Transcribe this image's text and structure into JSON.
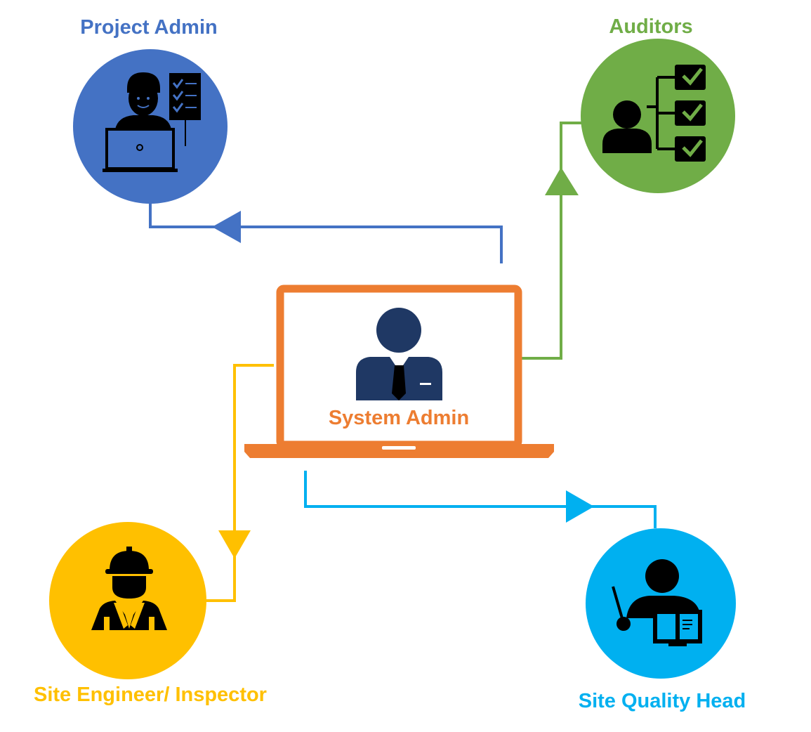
{
  "diagram": {
    "center": {
      "label": "System Admin",
      "color": "#ED7D31",
      "icon": "businessman-icon"
    },
    "roles": [
      {
        "id": "project-admin",
        "label": "Project Admin",
        "color": "#4472C4",
        "icon": "person-laptop-checklist-icon"
      },
      {
        "id": "auditors",
        "label": "Auditors",
        "color": "#70AD47",
        "icon": "person-hierarchy-checklist-icon"
      },
      {
        "id": "site-engineer",
        "label": "Site Engineer/ Inspector",
        "color": "#FFC000",
        "icon": "construction-worker-icon"
      },
      {
        "id": "site-quality-head",
        "label": "Site Quality Head",
        "color": "#00B0F0",
        "icon": "teacher-pointer-book-icon"
      }
    ],
    "connections": [
      {
        "from": "System Admin",
        "to": "Project Admin"
      },
      {
        "from": "System Admin",
        "to": "Auditors"
      },
      {
        "from": "System Admin",
        "to": "Site Engineer/ Inspector"
      },
      {
        "from": "System Admin",
        "to": "Site Quality Head"
      }
    ],
    "icon_color": "#000000",
    "figure_color": "#1F3864"
  }
}
